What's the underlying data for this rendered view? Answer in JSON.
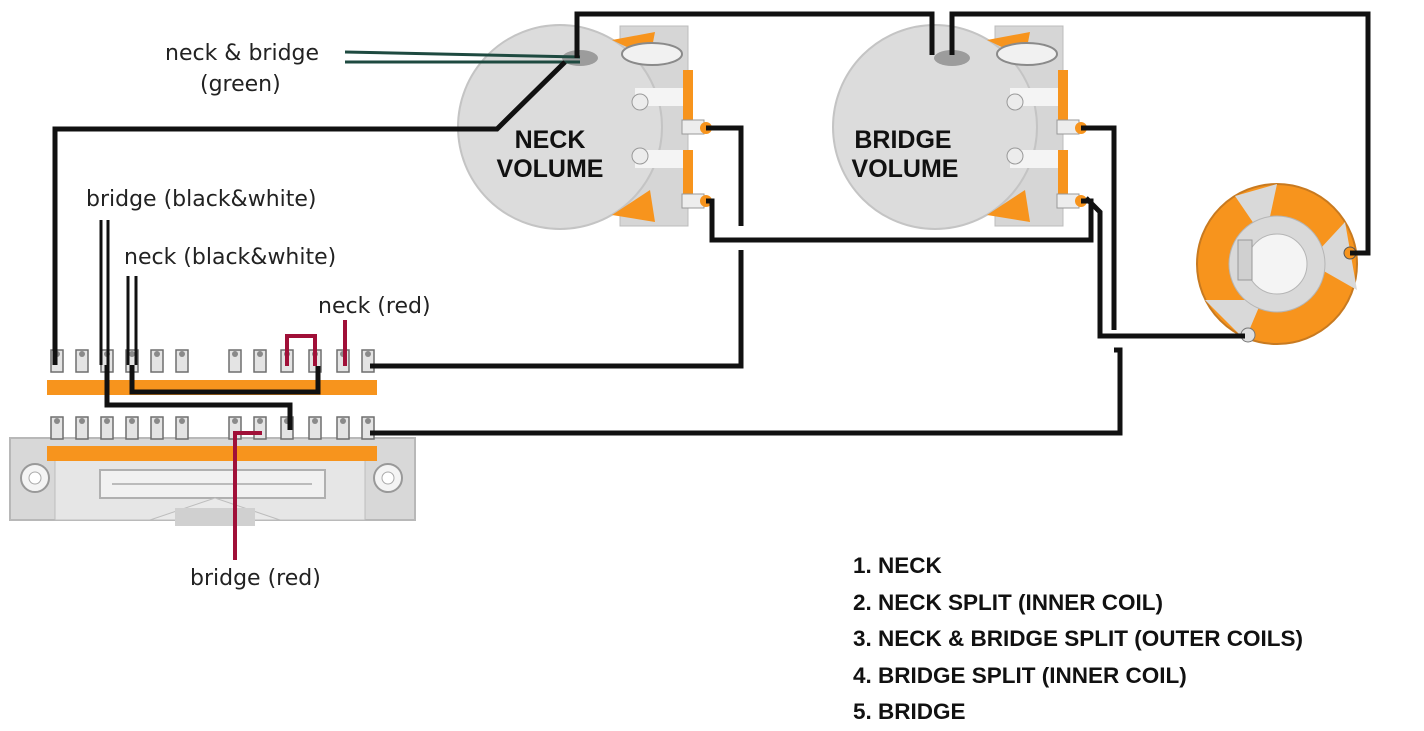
{
  "labels": {
    "neck_bridge_green_line1": "neck & bridge",
    "neck_bridge_green_line2": "(green)",
    "bridge_black_white": "bridge (black&white)",
    "neck_black_white": "neck (black&white)",
    "neck_red": "neck (red)",
    "bridge_red": "bridge (red)"
  },
  "pots": {
    "neck": {
      "line1": "NECK",
      "line2": "VOLUME"
    },
    "bridge": {
      "line1": "BRIDGE",
      "line2": "VOLUME"
    }
  },
  "legend": [
    "1. NECK",
    "2. NECK SPLIT (INNER COIL)",
    "3. NECK & BRIDGE SPLIT (OUTER COILS)",
    "4. BRIDGE SPLIT (INNER COIL)",
    "5. BRIDGE"
  ],
  "colors": {
    "wire_black": "#111111",
    "wire_green": "#1e4a40",
    "wire_red": "#a01038",
    "orange": "#f7941d",
    "pot_body": "#dcdcdc",
    "switch_gray": "#d7d7d7"
  }
}
